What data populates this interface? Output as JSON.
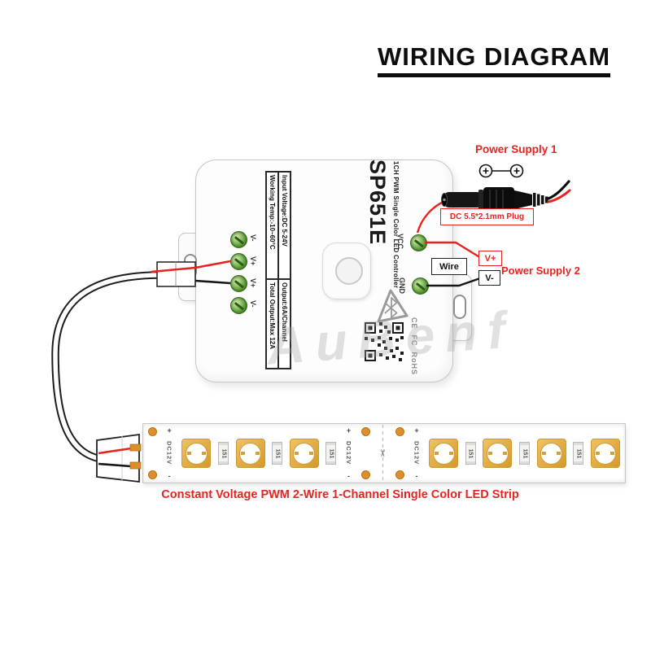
{
  "title": "WIRING DIAGRAM",
  "watermark": "AuBenf",
  "controller": {
    "model": "SP651E",
    "subtitle": "1CH PWM Single Color LED Controller",
    "specs": {
      "row1_col1": "Input Voltage:DC 5-24V",
      "row1_col2": "Output:6A/Channel",
      "row2_col1": "Working Temp:-10~60°C",
      "row2_col2": "Total Output:Max 12A"
    },
    "left_terminals": [
      "V-",
      "V+",
      "V+",
      "V-"
    ],
    "right_terminals": [
      "VCC",
      "GND"
    ],
    "certs": [
      "CE",
      "FC",
      "RoHS"
    ]
  },
  "power_supply_1": {
    "label": "Power Supply 1",
    "plug_label": "DC 5.5*2.1mm Plug"
  },
  "power_supply_2": {
    "label": "Power Supply 2",
    "wire_label": "Wire",
    "v_plus": "V+",
    "v_minus": "V-"
  },
  "led_strip": {
    "caption": "Constant Voltage PWM 2-Wire 1-Channel Single Color LED Strip",
    "voltage_marking": "DC12V",
    "resistor_code": "151",
    "pad_plus": "+",
    "pad_minus": "-",
    "cells": [
      "pads",
      "mark",
      "led",
      "res",
      "led",
      "res",
      "led",
      "res",
      "mark",
      "pads",
      "cut",
      "pads",
      "mark",
      "led",
      "res",
      "led",
      "res",
      "led",
      "res",
      "led"
    ]
  },
  "colors": {
    "accent_red": "#e8231f"
  }
}
